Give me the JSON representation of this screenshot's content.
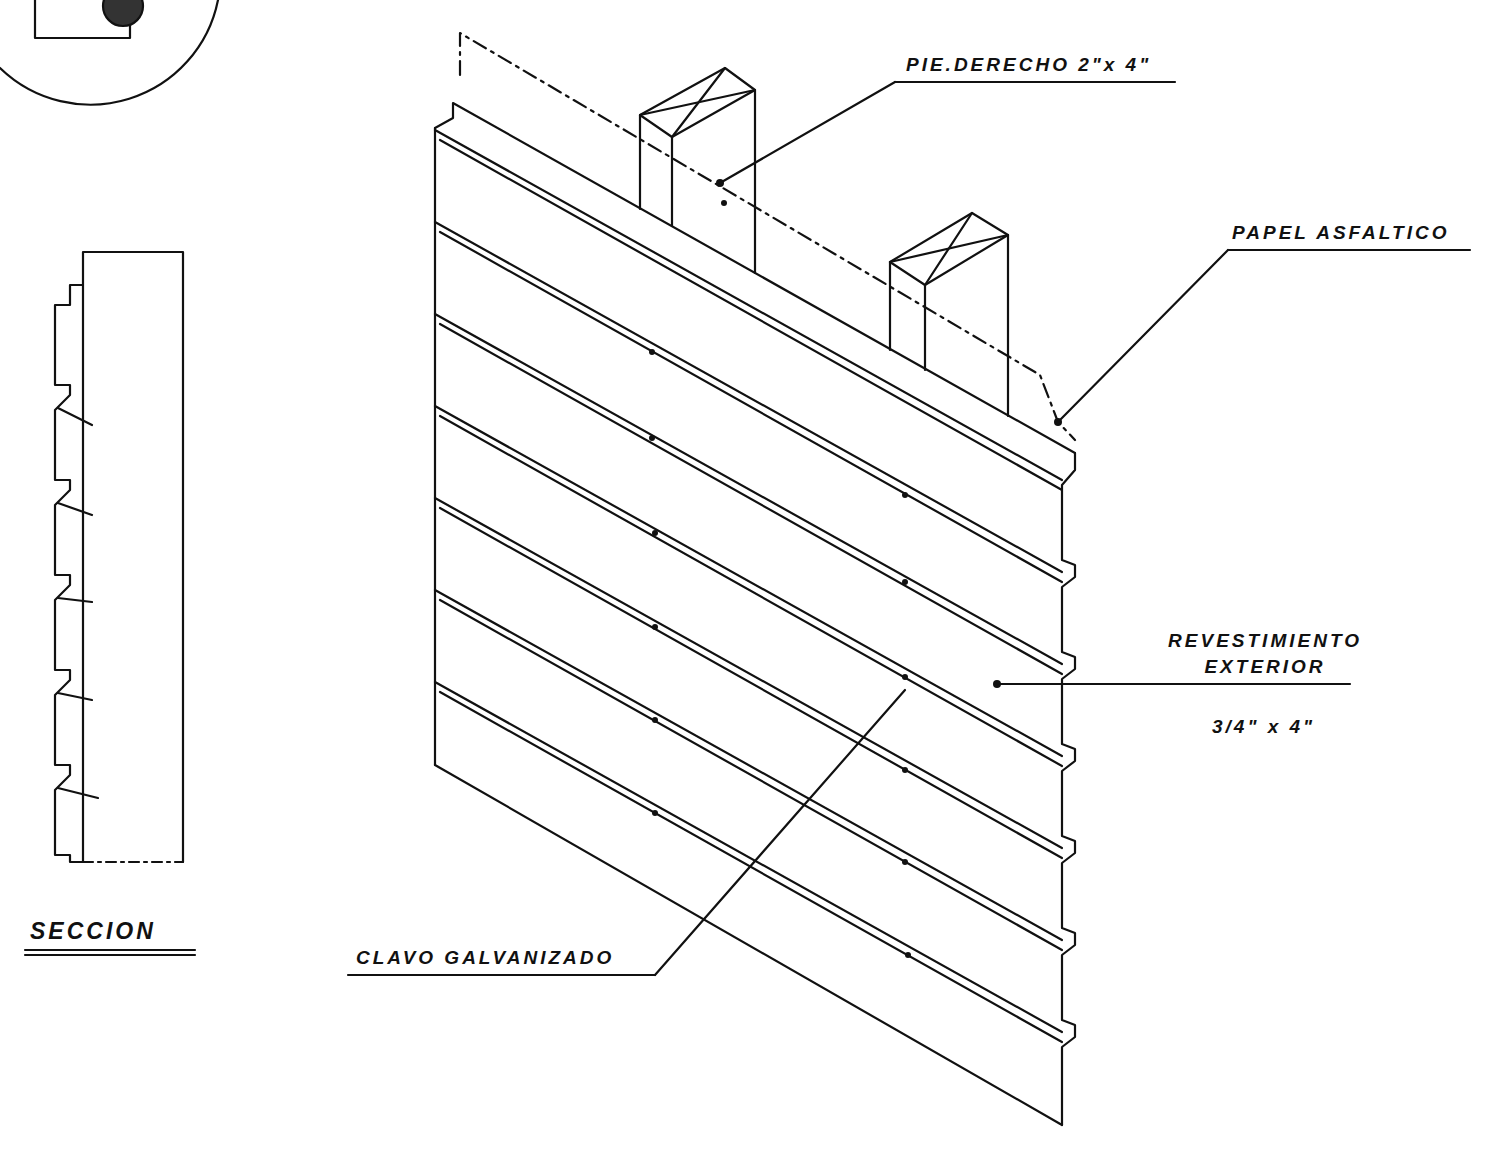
{
  "diagram": {
    "labels": [
      "PIE.DERECHO 2\"x 4\"",
      "PAPEL ASFALTICO",
      "REVESTIMIENTO EXTERIOR",
      "3/4\" x 4\"",
      "CLAVO GALVANIZADO",
      "SECCION"
    ]
  }
}
